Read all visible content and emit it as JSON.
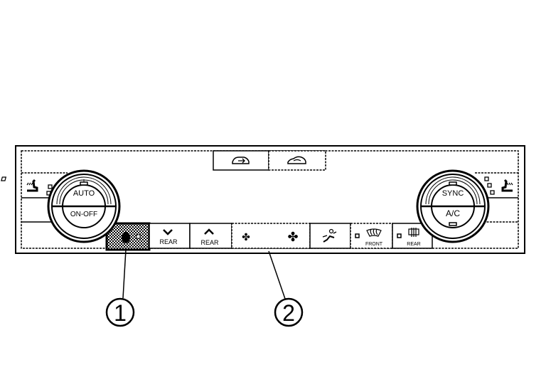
{
  "panel": {
    "left_knob": {
      "top_label": "AUTO",
      "bottom_label": "ON-OFF"
    },
    "right_knob": {
      "top_label": "SYNC",
      "bottom_label": "A/C"
    },
    "buttons": {
      "rear_down": "REAR",
      "rear_up": "REAR",
      "front_defrost": "FRONT",
      "rear_defrost": "REAR"
    },
    "icons": [
      "fresh-air-icon",
      "recirculation-icon",
      "seat-heater-icon",
      "rear-fan-icon",
      "fan-low-icon",
      "fan-high-icon",
      "vent-mode-icon",
      "front-defrost-icon",
      "rear-defrost-icon"
    ],
    "highlight_color": "#000000"
  },
  "callouts": {
    "one": "1",
    "two": "2"
  }
}
